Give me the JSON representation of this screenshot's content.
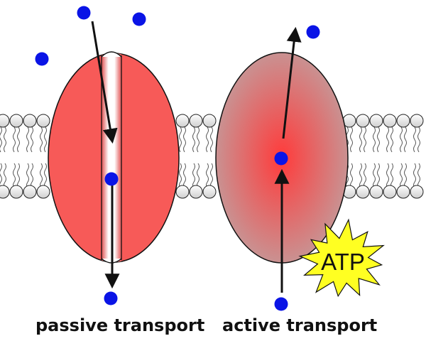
{
  "labels": {
    "passive": "passive transport",
    "active": "active transport",
    "atp": "ATP"
  },
  "colors": {
    "protein_red": "#f75a58",
    "active_center": "#ff3b3b",
    "active_edge": "#c49a9a",
    "molecule": "#0a14e6",
    "atp_star": "#ffff22",
    "head_fill": "#e9e9e9",
    "outline": "#111111"
  },
  "icons": {
    "molecule": "blue-dot",
    "energy": "starburst"
  }
}
